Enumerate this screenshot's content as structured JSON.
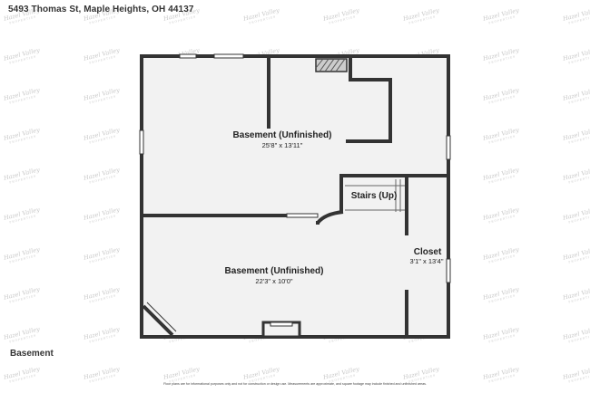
{
  "address": "5493 Thomas St, Maple Heights, OH 44137",
  "level": "Basement",
  "disclaimer": "Floor plans are for informational purposes only and not for construction or design use. Measurements are approximate, and square footage may include finished and unfinished areas.",
  "watermark": {
    "text": "Hazel Valley",
    "subtext": "PROPERTIES"
  },
  "rooms": {
    "basement_upper": {
      "name": "Basement (Unfinished)",
      "dims": "25'8\" x 13'11\""
    },
    "basement_lower": {
      "name": "Basement (Unfinished)",
      "dims": "22'3\" x 10'0\""
    },
    "stairs": {
      "name": "Stairs (Up)"
    },
    "closet": {
      "name": "Closet",
      "dims": "3'1\" x 13'4\""
    }
  },
  "colors": {
    "floor": "#f2f2f2",
    "wall": "#333333",
    "window": "#ffffff"
  }
}
